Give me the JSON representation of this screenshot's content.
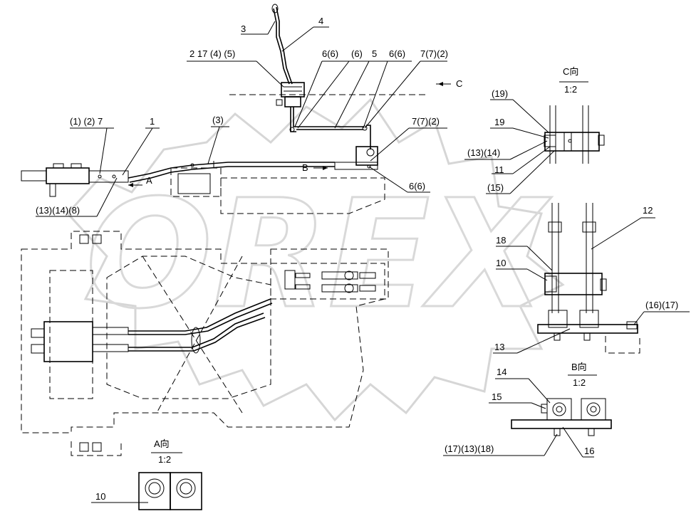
{
  "watermark": "OREX",
  "view_labels": {
    "c_view": "C向",
    "c_scale": "1:2",
    "b_view": "B向",
    "b_scale": "1:2",
    "a_view": "A向",
    "a_scale": "1:2",
    "c_arrow": "C",
    "a_arrow": "A",
    "b_arrow": "B"
  },
  "callouts": {
    "p3": "3",
    "p4": "4",
    "p2_17_4_5": "2 17 (4) (5)",
    "p6_6_a": "6(6)",
    "p6_b": "(6)",
    "p5": "5",
    "p6_6_b": "6(6)",
    "p7_7_2_a": "7(7)(2)",
    "p1_2_7": "(1) (2) 7",
    "p1": "1",
    "p3b": "(3)",
    "p7_7_2_b": "7(7)(2)",
    "p6_6_c": "6(6)",
    "p13_14_8": "(13)(14)(8)",
    "p19a": "(19)",
    "p19": "19",
    "p13_14": "(13)(14)",
    "p11": "11",
    "p15a": "(15)",
    "p12": "12",
    "p18": "18",
    "p10a": "10",
    "p16_17": "(16)(17)",
    "p13": "13",
    "p14": "14",
    "p15": "15",
    "p17_13_18": "(17)(13)(18)",
    "p16": "16",
    "p10b": "10"
  }
}
